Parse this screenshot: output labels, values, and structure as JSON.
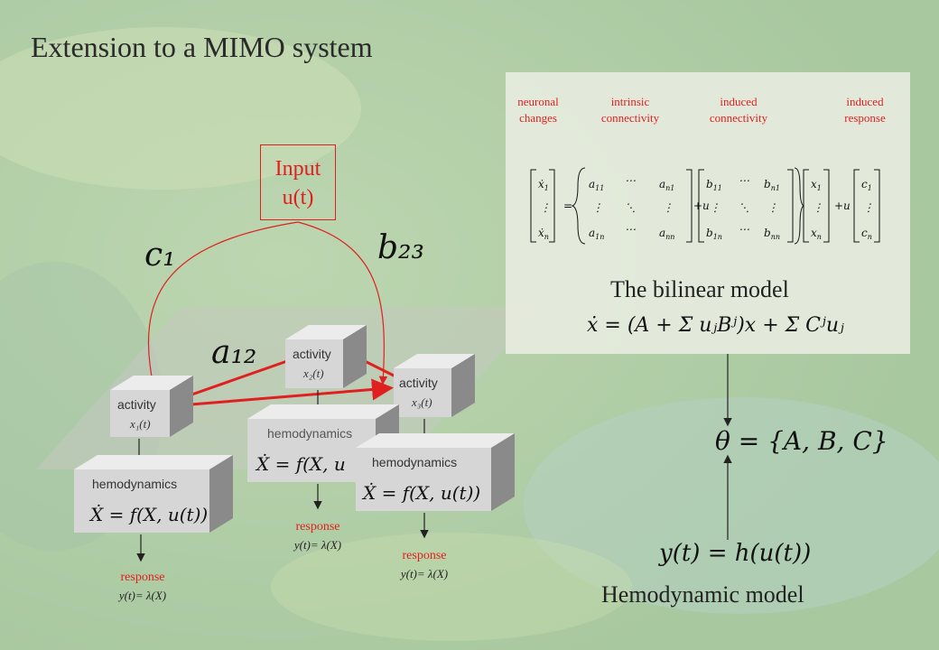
{
  "title": "Extension to a MIMO system",
  "input": {
    "line1": "Input",
    "line2": "u(t)"
  },
  "panel": {
    "headers": [
      {
        "l1": "neuronal",
        "l2": "changes"
      },
      {
        "l1": "intrinsic",
        "l2": "connectivity"
      },
      {
        "l1": "induced",
        "l2": "connectivity"
      },
      {
        "l1": "induced",
        "l2": "response"
      }
    ],
    "bilinear_title": "The bilinear model",
    "bilinear_eq": "ẋ = (A + Σ uⱼBʲ)x + Σ Cʲuⱼ"
  },
  "params": {
    "c1": "c₁",
    "b23": "b₂₃",
    "a12": "a₁₂"
  },
  "regions": [
    {
      "activity": "activity",
      "state": "x₁(t)",
      "hemo": "hemodynamics",
      "eq": "Ẋ = f(X, u(t))",
      "resp": "response",
      "resp_eq": "y(t)= λ(X)"
    },
    {
      "activity": "activity",
      "state": "x₂(t)",
      "hemo": "hemodynamics",
      "eq": "Ẋ = f(X, u",
      "resp": "response",
      "resp_eq": "y(t)= λ(X)"
    },
    {
      "activity": "activity",
      "state": "x₃(t)",
      "hemo": "hemodynamics",
      "eq": "Ẋ = f(X, u(t))",
      "resp": "response",
      "resp_eq": "y(t)= λ(X)"
    }
  ],
  "theta": "θ = {A, B, C}",
  "hemo_eq": "y(t) = h(u(t))",
  "hemo_title": "Hemodynamic model"
}
